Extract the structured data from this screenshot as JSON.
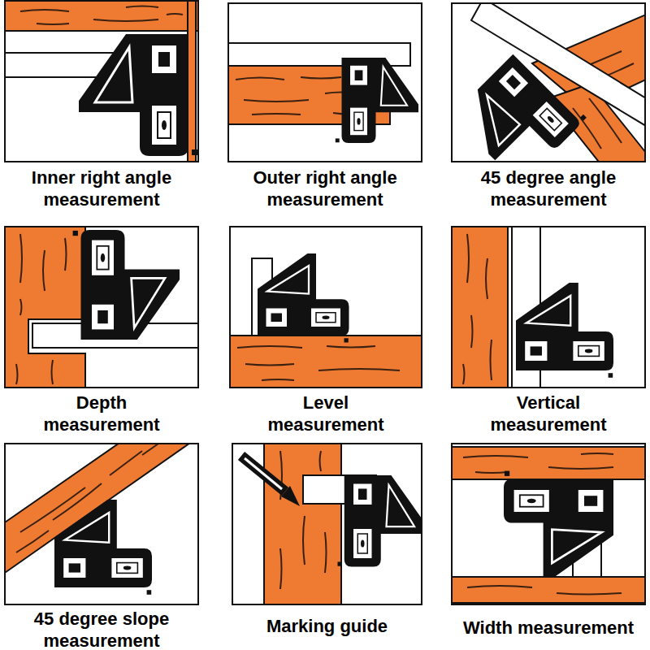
{
  "diagram": {
    "nodes": [
      {
        "text": [
          "Inner right angle measurement"
        ]
      },
      {
        "text": [
          "Outer right angle measurement"
        ]
      },
      {
        "text": [
          "45 degree angle measurement"
        ]
      },
      {
        "text": [
          "Depth measurement"
        ]
      },
      {
        "text": [
          "Level measurement"
        ]
      },
      {
        "text": [
          "Vertical measurement"
        ]
      },
      {
        "text": [
          "45 degree slope measurement"
        ]
      },
      {
        "text": [
          "Marking guide"
        ]
      },
      {
        "text": [
          "Width measurement"
        ]
      }
    ]
  }
}
